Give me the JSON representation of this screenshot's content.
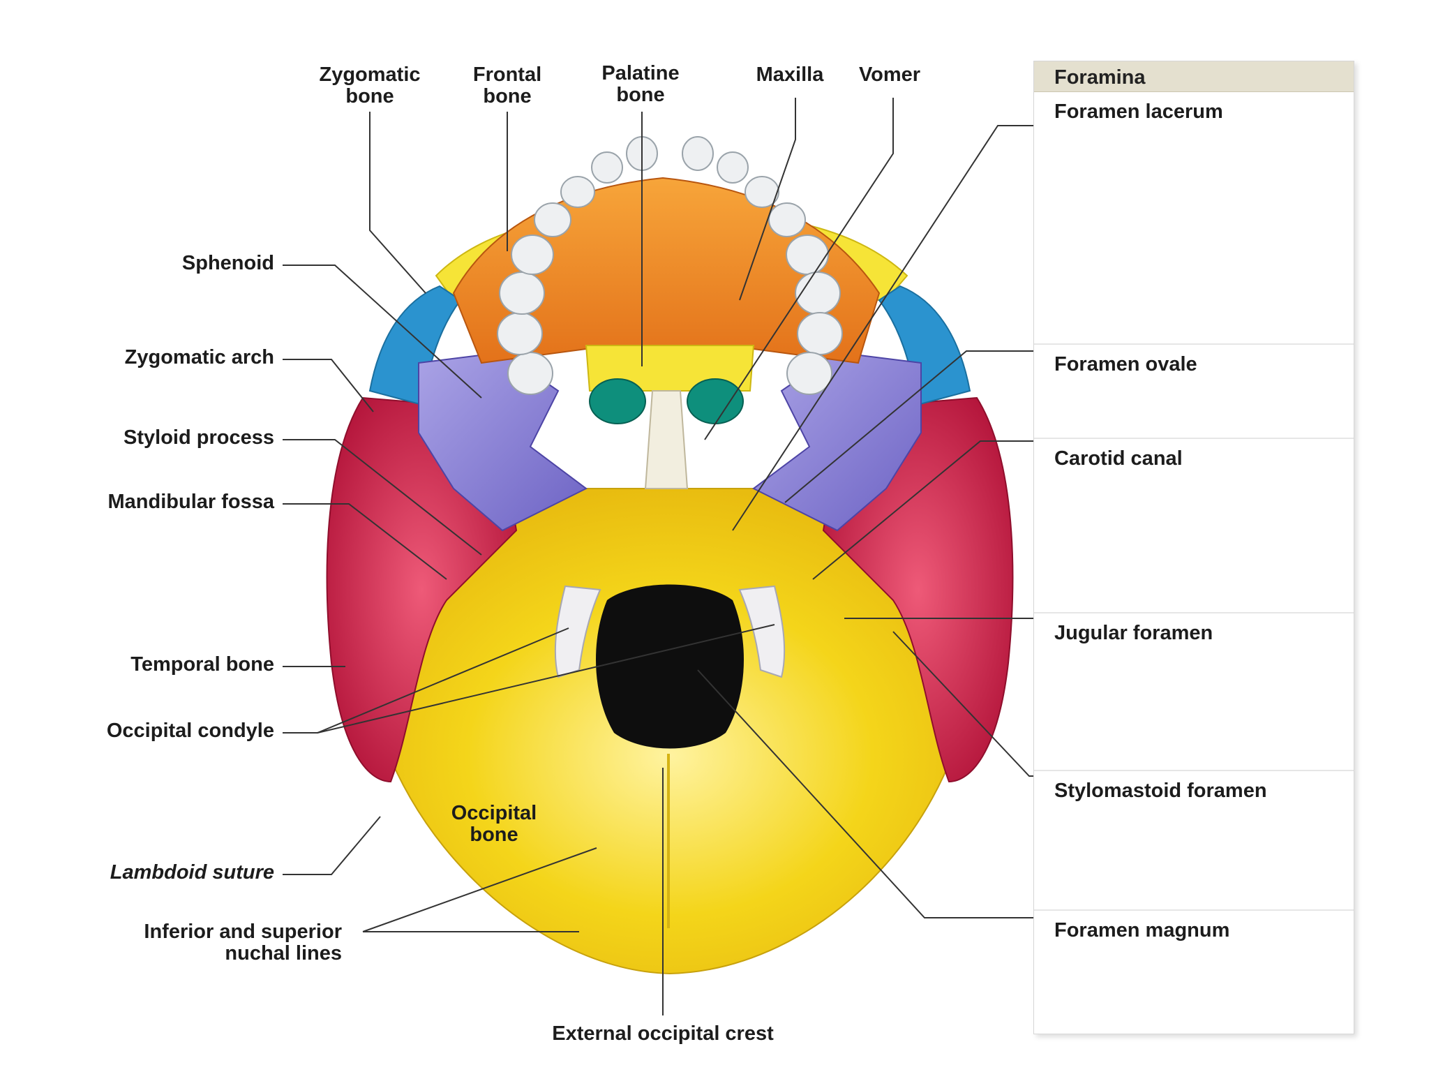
{
  "labels": {
    "zygomatic_bone": "Zygomatic\nbone",
    "frontal_bone": "Frontal\nbone",
    "palatine_bone": "Palatine\nbone",
    "maxilla": "Maxilla",
    "vomer": "Vomer",
    "sphenoid": "Sphenoid",
    "zygomatic_arch": "Zygomatic arch",
    "styloid_process": "Styloid process",
    "mandibular_fossa": "Mandibular fossa",
    "temporal_bone": "Temporal bone",
    "occipital_condyle": "Occipital condyle",
    "lambdoid_suture": "Lambdoid suture",
    "nuchal_lines": "Inferior and superior\nnuchal lines",
    "occipital_bone": "Occipital\nbone",
    "external_occipital_crest": "External occipital crest"
  },
  "panel": {
    "title": "Foramina",
    "rows": [
      "Foramen lacerum",
      "Foramen ovale",
      "Carotid canal",
      "Jugular foramen",
      "Stylomastoid foramen",
      "Foramen magnum"
    ]
  },
  "colors": {
    "occipital": "#f4d51a",
    "temporal": "#d8204a",
    "sphenoid": "#8f86d6",
    "maxilla": "#f08a1e",
    "zygomatic": "#2b93cf",
    "palatine": "#f6e437",
    "frontal": "#f6e437",
    "vomer": "#f2eedf",
    "nasal_openings": "#0e8f7c",
    "foramen_magnum": "#0e0e0e",
    "teeth": "#eef0f2"
  }
}
